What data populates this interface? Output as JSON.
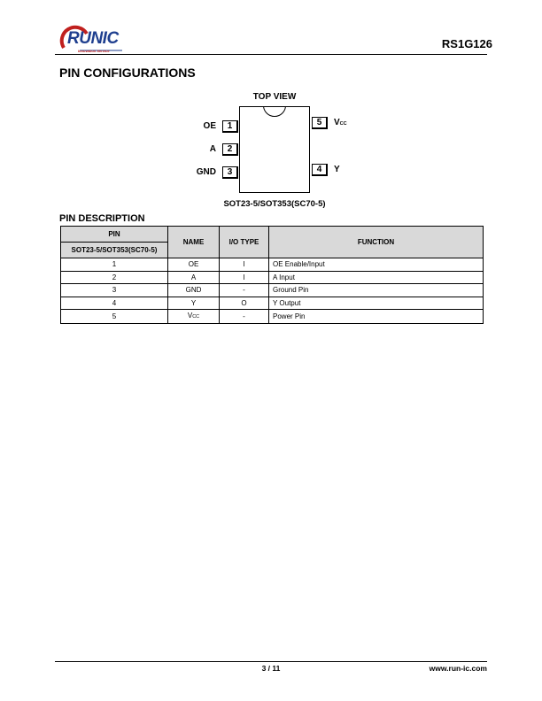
{
  "header": {
    "logo_text": "RUNIC",
    "logo_tagline": "Innovation Service",
    "doc_id": "RS1G126"
  },
  "section_title": "PIN CONFIGURATIONS",
  "diagram": {
    "top_view": "TOP VIEW",
    "left_pins": [
      {
        "number": "1",
        "label": "OE"
      },
      {
        "number": "2",
        "label": "A"
      },
      {
        "number": "3",
        "label": "GND"
      }
    ],
    "right_pins": [
      {
        "number": "5",
        "label": "V",
        "label_sub": "CC"
      },
      {
        "number": "4",
        "label": "Y",
        "label_sub": ""
      }
    ],
    "package_caption": "SOT23-5/SOT353(SC70-5)"
  },
  "pin_description": {
    "title": "PIN DESCRIPTION",
    "headers": {
      "pin": "PIN",
      "pin_package": "SOT23-5/SOT353(SC70-5)",
      "name": "NAME",
      "io_type": "I/O TYPE",
      "function": "FUNCTION"
    },
    "rows": [
      {
        "pin": "1",
        "name": "OE",
        "name_sub": "",
        "io": "I",
        "function": "OE Enable/Input"
      },
      {
        "pin": "2",
        "name": "A",
        "name_sub": "",
        "io": "I",
        "function": "A Input"
      },
      {
        "pin": "3",
        "name": "GND",
        "name_sub": "",
        "io": "-",
        "function": "Ground Pin"
      },
      {
        "pin": "4",
        "name": "Y",
        "name_sub": "",
        "io": "O",
        "function": "Y Output"
      },
      {
        "pin": "5",
        "name": "V",
        "name_sub": "CC",
        "io": "-",
        "function": "Power Pin"
      }
    ]
  },
  "footer": {
    "page": "3 / 11",
    "website": "www.run-ic.com"
  },
  "colors": {
    "logo_blue": "#1f3f8f",
    "logo_red": "#c0201e",
    "table_header_bg": "#d9d9d9"
  }
}
